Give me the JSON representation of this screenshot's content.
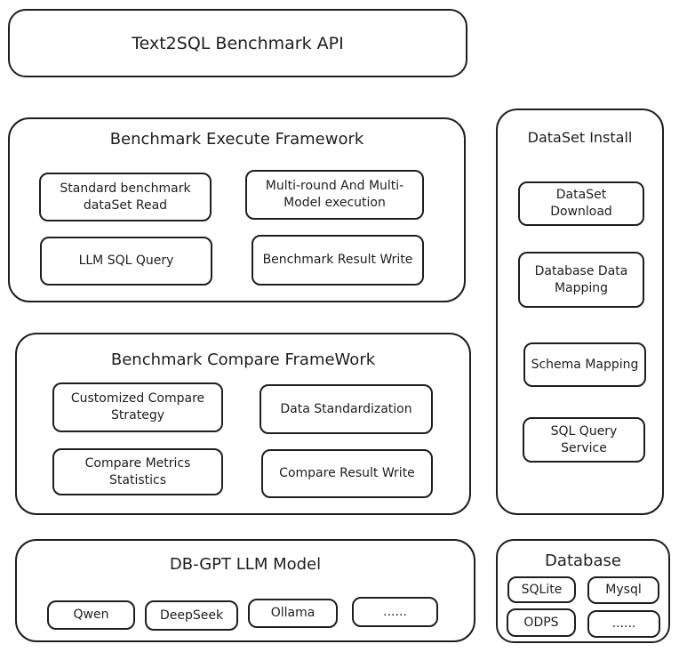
{
  "api": {
    "title": "Text2SQL Benchmark API"
  },
  "execute": {
    "title": "Benchmark Execute Framework",
    "read": "Standard benchmark dataSet Read",
    "multi": "Multi-round And Multi-Model execution",
    "query": "LLM SQL Query",
    "result": "Benchmark Result Write"
  },
  "compare": {
    "title": "Benchmark Compare FrameWork",
    "strategy": "Customized Compare Strategy",
    "standard": "Data Standardization",
    "metrics": "Compare Metrics Statistics",
    "result": "Compare Result Write"
  },
  "llm": {
    "title": "DB-GPT LLM Model",
    "models": [
      "Qwen",
      "DeepSeek",
      "Ollama",
      "......"
    ]
  },
  "install": {
    "title": "DataSet Install",
    "download": "DataSet Download",
    "mapping": "Database Data Mapping",
    "schema": "Schema Mapping",
    "service": "SQL Query Service"
  },
  "database": {
    "title": "Database",
    "items": [
      "SQLite",
      "Mysql",
      "ODPS",
      "......"
    ]
  }
}
